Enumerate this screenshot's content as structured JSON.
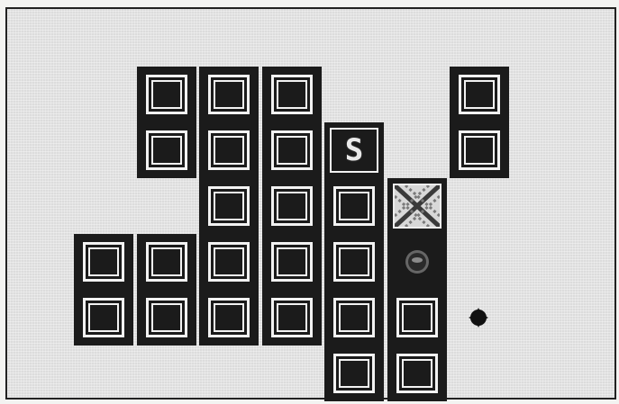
{
  "screen": {
    "background_color": "#dcdcdc",
    "tile_color": "#1b1b1b",
    "frame_color": "#f2f2f2"
  },
  "grid": {
    "columns": 7,
    "rows": 6,
    "tiles": [
      {
        "row": 0,
        "col": 1
      },
      {
        "row": 0,
        "col": 2
      },
      {
        "row": 0,
        "col": 3
      },
      {
        "row": 0,
        "col": 6
      },
      {
        "row": 1,
        "col": 1
      },
      {
        "row": 1,
        "col": 2
      },
      {
        "row": 1,
        "col": 3
      },
      {
        "row": 1,
        "col": 4,
        "content": "letter",
        "text": "S"
      },
      {
        "row": 1,
        "col": 6
      },
      {
        "row": 2,
        "col": 2
      },
      {
        "row": 2,
        "col": 3
      },
      {
        "row": 2,
        "col": 4
      },
      {
        "row": 2,
        "col": 5,
        "content": "diagonal-pattern-icon"
      },
      {
        "row": 3,
        "col": 0
      },
      {
        "row": 3,
        "col": 1
      },
      {
        "row": 3,
        "col": 2
      },
      {
        "row": 3,
        "col": 3
      },
      {
        "row": 3,
        "col": 4
      },
      {
        "row": 3,
        "col": 5,
        "content": "ball-icon"
      },
      {
        "row": 4,
        "col": 0
      },
      {
        "row": 4,
        "col": 1
      },
      {
        "row": 4,
        "col": 2
      },
      {
        "row": 4,
        "col": 3
      },
      {
        "row": 4,
        "col": 4
      },
      {
        "row": 4,
        "col": 5
      },
      {
        "row": 5,
        "col": 4
      },
      {
        "row": 5,
        "col": 5
      }
    ]
  },
  "player_marker": {
    "icon": "cursor-dot-icon",
    "row": 4,
    "col": 6
  }
}
